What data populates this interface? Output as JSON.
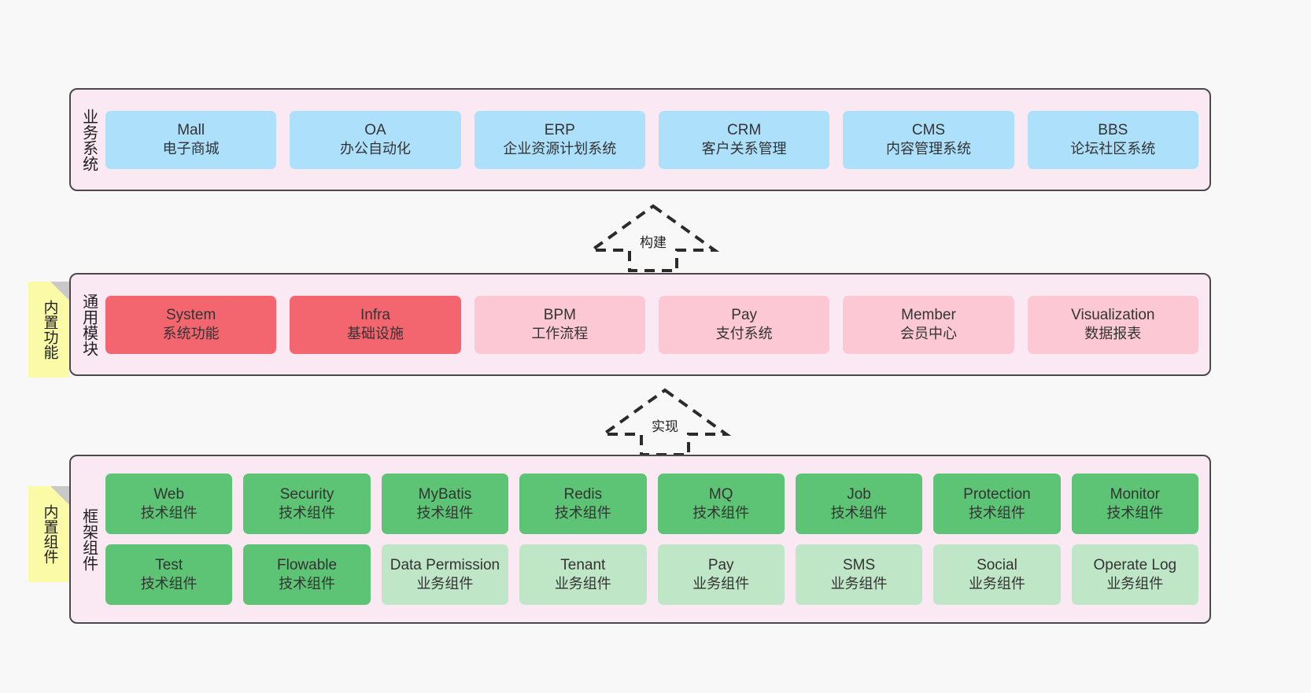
{
  "diagram": {
    "title_hidden": "",
    "background": "#f8f8f8",
    "layer_fill": "#fae9f3",
    "layer_border": "#4a4a4a",
    "note_fill": "#fafaa7",
    "colors": {
      "blue": "#ace0fb",
      "red": "#f4666f",
      "pink": "#fbc8d4",
      "green_dark": "#5cc474",
      "green_light": "#bfe6c6"
    }
  },
  "layers": [
    {
      "id": "business-system",
      "title": "业务系统",
      "rows": [
        {
          "nodes": [
            {
              "title": "Mall",
              "sub": "电子商城",
              "color": "blue"
            },
            {
              "title": "OA",
              "sub": "办公自动化",
              "color": "blue"
            },
            {
              "title": "ERP",
              "sub": "企业资源计划系统",
              "color": "blue"
            },
            {
              "title": "CRM",
              "sub": "客户关系管理",
              "color": "blue"
            },
            {
              "title": "CMS",
              "sub": "内容管理系统",
              "color": "blue"
            },
            {
              "title": "BBS",
              "sub": "论坛社区系统",
              "color": "blue"
            }
          ]
        }
      ]
    },
    {
      "id": "common-module",
      "title": "通用模块",
      "note": "内置功能",
      "rows": [
        {
          "nodes": [
            {
              "title": "System",
              "sub": "系统功能",
              "color": "red"
            },
            {
              "title": "Infra",
              "sub": "基础设施",
              "color": "red"
            },
            {
              "title": "BPM",
              "sub": "工作流程",
              "color": "pink"
            },
            {
              "title": "Pay",
              "sub": "支付系统",
              "color": "pink"
            },
            {
              "title": "Member",
              "sub": "会员中心",
              "color": "pink"
            },
            {
              "title": "Visualization",
              "sub": "数据报表",
              "color": "pink"
            }
          ]
        }
      ]
    },
    {
      "id": "framework-component",
      "title": "框架组件",
      "note": "内置组件",
      "rows": [
        {
          "nodes": [
            {
              "title": "Web",
              "sub": "技术组件",
              "color": "green_dark"
            },
            {
              "title": "Security",
              "sub": "技术组件",
              "color": "green_dark"
            },
            {
              "title": "MyBatis",
              "sub": "技术组件",
              "color": "green_dark"
            },
            {
              "title": "Redis",
              "sub": "技术组件",
              "color": "green_dark"
            },
            {
              "title": "MQ",
              "sub": "技术组件",
              "color": "green_dark"
            },
            {
              "title": "Job",
              "sub": "技术组件",
              "color": "green_dark"
            },
            {
              "title": "Protection",
              "sub": "技术组件",
              "color": "green_dark"
            },
            {
              "title": "Monitor",
              "sub": "技术组件",
              "color": "green_dark"
            }
          ]
        },
        {
          "nodes": [
            {
              "title": "Test",
              "sub": "技术组件",
              "color": "green_dark"
            },
            {
              "title": "Flowable",
              "sub": "技术组件",
              "color": "green_dark"
            },
            {
              "title": "Data Permission",
              "sub": "业务组件",
              "color": "green_light",
              "wrap": true
            },
            {
              "title": "Tenant",
              "sub": "业务组件",
              "color": "green_light"
            },
            {
              "title": "Pay",
              "sub": "业务组件",
              "color": "green_light"
            },
            {
              "title": "SMS",
              "sub": "业务组件",
              "color": "green_light"
            },
            {
              "title": "Social",
              "sub": "业务组件",
              "color": "green_light"
            },
            {
              "title": "Operate Log",
              "sub": "业务组件",
              "color": "green_light"
            }
          ]
        }
      ]
    }
  ],
  "connectors": [
    {
      "id": "build",
      "label": "构建"
    },
    {
      "id": "implement",
      "label": "实现"
    }
  ]
}
